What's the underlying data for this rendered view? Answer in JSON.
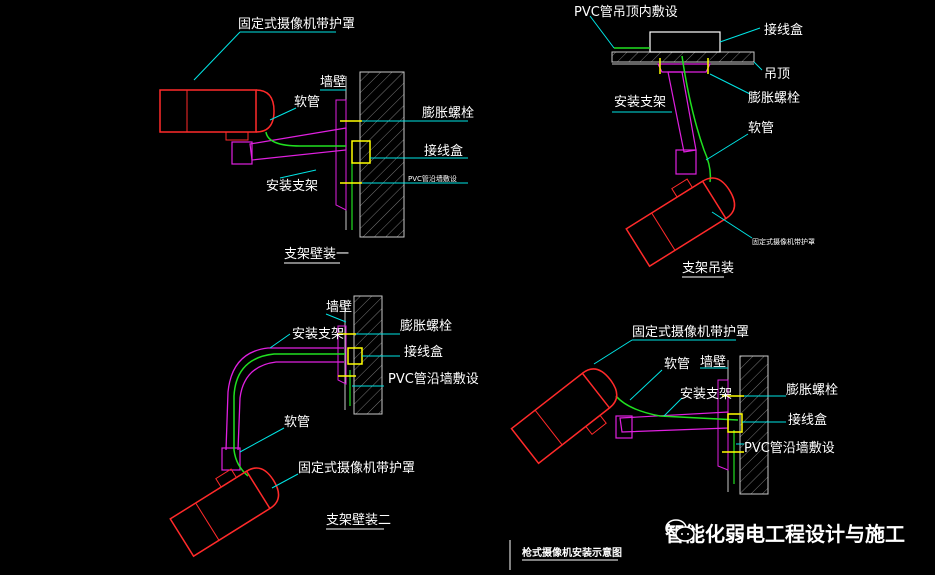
{
  "diagram": {
    "title": "枪式摄像机安装示意图",
    "panel1": {
      "caption": "支架壁装一",
      "labels": {
        "camera": "固定式摄像机带护罩",
        "wall": "墙壁",
        "hose": "软管",
        "bolt": "膨胀螺栓",
        "box": "接线盒",
        "pvc": "PVC管沿墙敷设",
        "bracket": "安装支架"
      }
    },
    "panel2": {
      "caption": "支架吊装",
      "labels": {
        "pvc": "PVC管吊顶内敷设",
        "box": "接线盒",
        "ceiling": "吊顶",
        "bolt": "膨胀螺栓",
        "bracket": "安装支架",
        "hose": "软管",
        "camera": "固定式摄像机带护罩"
      }
    },
    "panel3": {
      "caption": "支架壁装二",
      "labels": {
        "wall": "墙壁",
        "bracket": "安装支架",
        "bolt": "膨胀螺栓",
        "box": "接线盒",
        "pvc": "PVC管沿墙敷设",
        "hose": "软管",
        "camera": "固定式摄像机带护罩"
      }
    },
    "panel4": {
      "labels": {
        "camera": "固定式摄像机带护罩",
        "hose": "软管",
        "wall": "墙壁",
        "bracket": "安装支架",
        "bolt": "膨胀螺栓",
        "box": "接线盒",
        "pvc": "PVC管沿墙敷设"
      }
    }
  },
  "watermark": {
    "text": "智能化弱电工程设计与施工"
  },
  "colors": {
    "camera": "#ff2a2a",
    "bracket": "#e020e0",
    "hose": "#20e020",
    "leader": "#00e5e5",
    "wall": "#c8c8c8",
    "box": "#ffff00",
    "text": "#ffffff"
  }
}
